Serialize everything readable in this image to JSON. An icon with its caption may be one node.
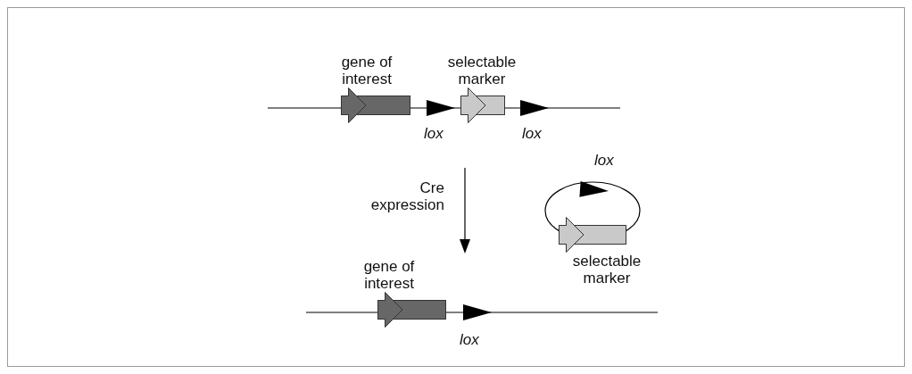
{
  "diagram": {
    "nodes": [
      {
        "text": [
          "gene of interest"
        ]
      },
      {
        "text": [
          "selectable marker"
        ]
      },
      {
        "text": [
          "gene of interest"
        ]
      },
      {
        "text": [
          "selectable marker"
        ]
      }
    ],
    "labels": [
      "lox",
      "lox",
      "lox",
      "Cre expression",
      "lox"
    ]
  }
}
